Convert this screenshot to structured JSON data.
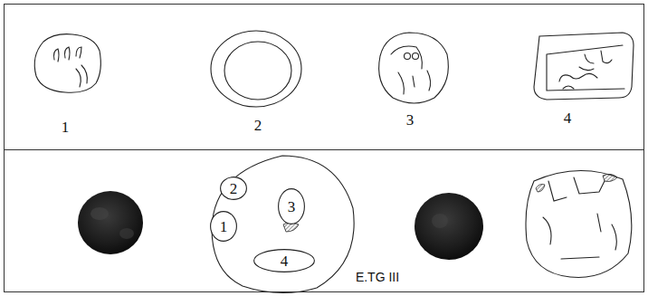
{
  "diagram": {
    "nodes": [
      {
        "text": [
          "2"
        ]
      },
      {
        "text": [
          "3"
        ]
      },
      {
        "text": [
          "1"
        ]
      },
      {
        "text": [
          "4"
        ]
      }
    ],
    "labels": [
      "1",
      "2",
      "3",
      "4",
      "E.TG III"
    ]
  }
}
